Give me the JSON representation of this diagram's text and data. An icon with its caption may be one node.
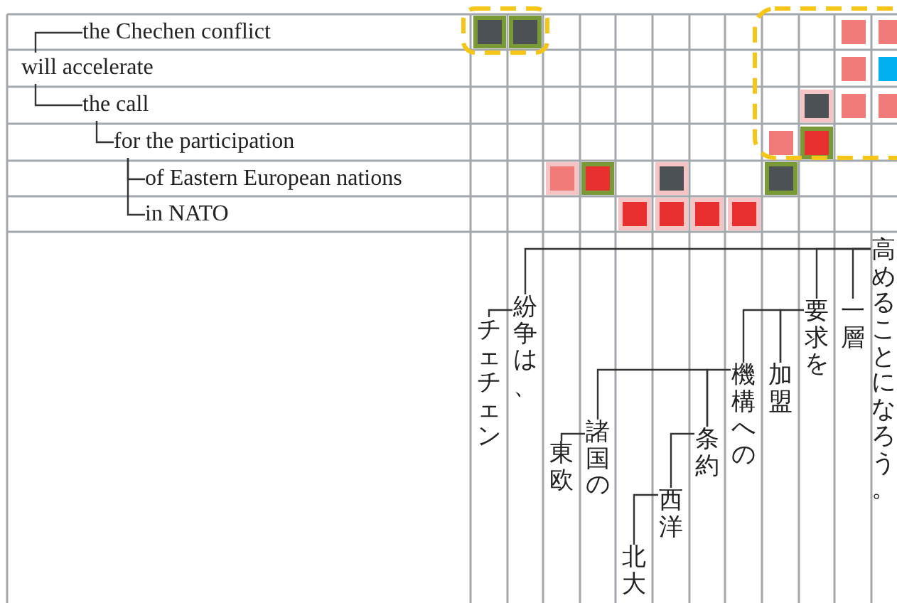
{
  "diagram": {
    "nodes": [
      {
        "text": [
          "the Chechen conflict"
        ]
      },
      {
        "text": [
          "will accelerate"
        ]
      },
      {
        "text": [
          "the call"
        ]
      },
      {
        "text": [
          "for the participation"
        ]
      },
      {
        "text": [
          "of Eastern European nations"
        ]
      },
      {
        "text": [
          "in NATO"
        ]
      },
      {
        "text": [
          "チェチェン"
        ]
      },
      {
        "text": [
          "紛争は、"
        ]
      },
      {
        "text": [
          "東欧"
        ]
      },
      {
        "text": [
          "諸国の"
        ]
      },
      {
        "text": [
          "北大"
        ]
      },
      {
        "text": [
          "西洋"
        ]
      },
      {
        "text": [
          "条約"
        ]
      },
      {
        "text": [
          "機構への"
        ]
      },
      {
        "text": [
          "加盟"
        ]
      },
      {
        "text": [
          "要求を"
        ]
      },
      {
        "text": [
          "一層"
        ]
      },
      {
        "text": [
          "高めることになろう。"
        ]
      }
    ],
    "edges": [
      {
        "from": 0,
        "to": 1,
        "arrow": "none"
      },
      {
        "from": 2,
        "to": 1,
        "arrow": "none"
      },
      {
        "from": 3,
        "to": 2,
        "arrow": "none"
      },
      {
        "from": 4,
        "to": 3,
        "arrow": "none"
      },
      {
        "from": 5,
        "to": 3,
        "arrow": "none"
      },
      {
        "from": 6,
        "to": 7,
        "arrow": "none"
      },
      {
        "from": 7,
        "to": 17,
        "arrow": "none"
      },
      {
        "from": 8,
        "to": 9,
        "arrow": "none"
      },
      {
        "from": 9,
        "to": 12,
        "arrow": "none"
      },
      {
        "from": 10,
        "to": 11,
        "arrow": "none"
      },
      {
        "from": 11,
        "to": 12,
        "arrow": "none"
      },
      {
        "from": 12,
        "to": 13,
        "arrow": "none"
      },
      {
        "from": 13,
        "to": 14,
        "arrow": "none"
      },
      {
        "from": 14,
        "to": 15,
        "arrow": "none"
      },
      {
        "from": 15,
        "to": 17,
        "arrow": "none"
      },
      {
        "from": 16,
        "to": 17,
        "arrow": "none"
      }
    ]
  }
}
